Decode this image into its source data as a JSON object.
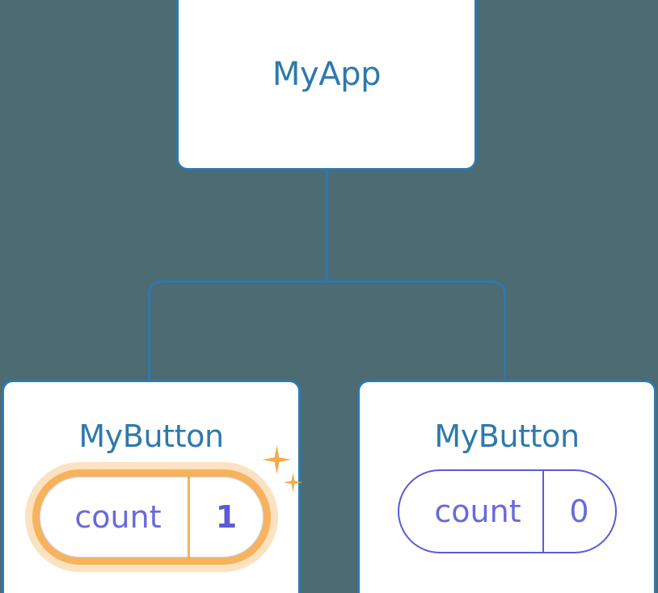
{
  "diagram": {
    "type": "component-tree",
    "background_color": "#4C6B73",
    "line_color": "#2E79AB",
    "root": {
      "title": "MyApp"
    },
    "children": [
      {
        "title": "MyButton",
        "state": {
          "label": "count",
          "value": "1"
        },
        "highlighted": true,
        "highlight_color": "#F6B35C",
        "glow_color": "#F7B968",
        "sparkle_color": "#F5A94A",
        "sparkles": [
          "sparkle-large",
          "sparkle-small"
        ]
      },
      {
        "title": "MyButton",
        "state": {
          "label": "count",
          "value": "0"
        },
        "highlighted": false,
        "outline_color": "#5B5BD6"
      }
    ],
    "text_colors": {
      "node_title": "#2E79AB",
      "state_label": "#6A6ADB",
      "state_value": "#5B5BD6"
    }
  }
}
